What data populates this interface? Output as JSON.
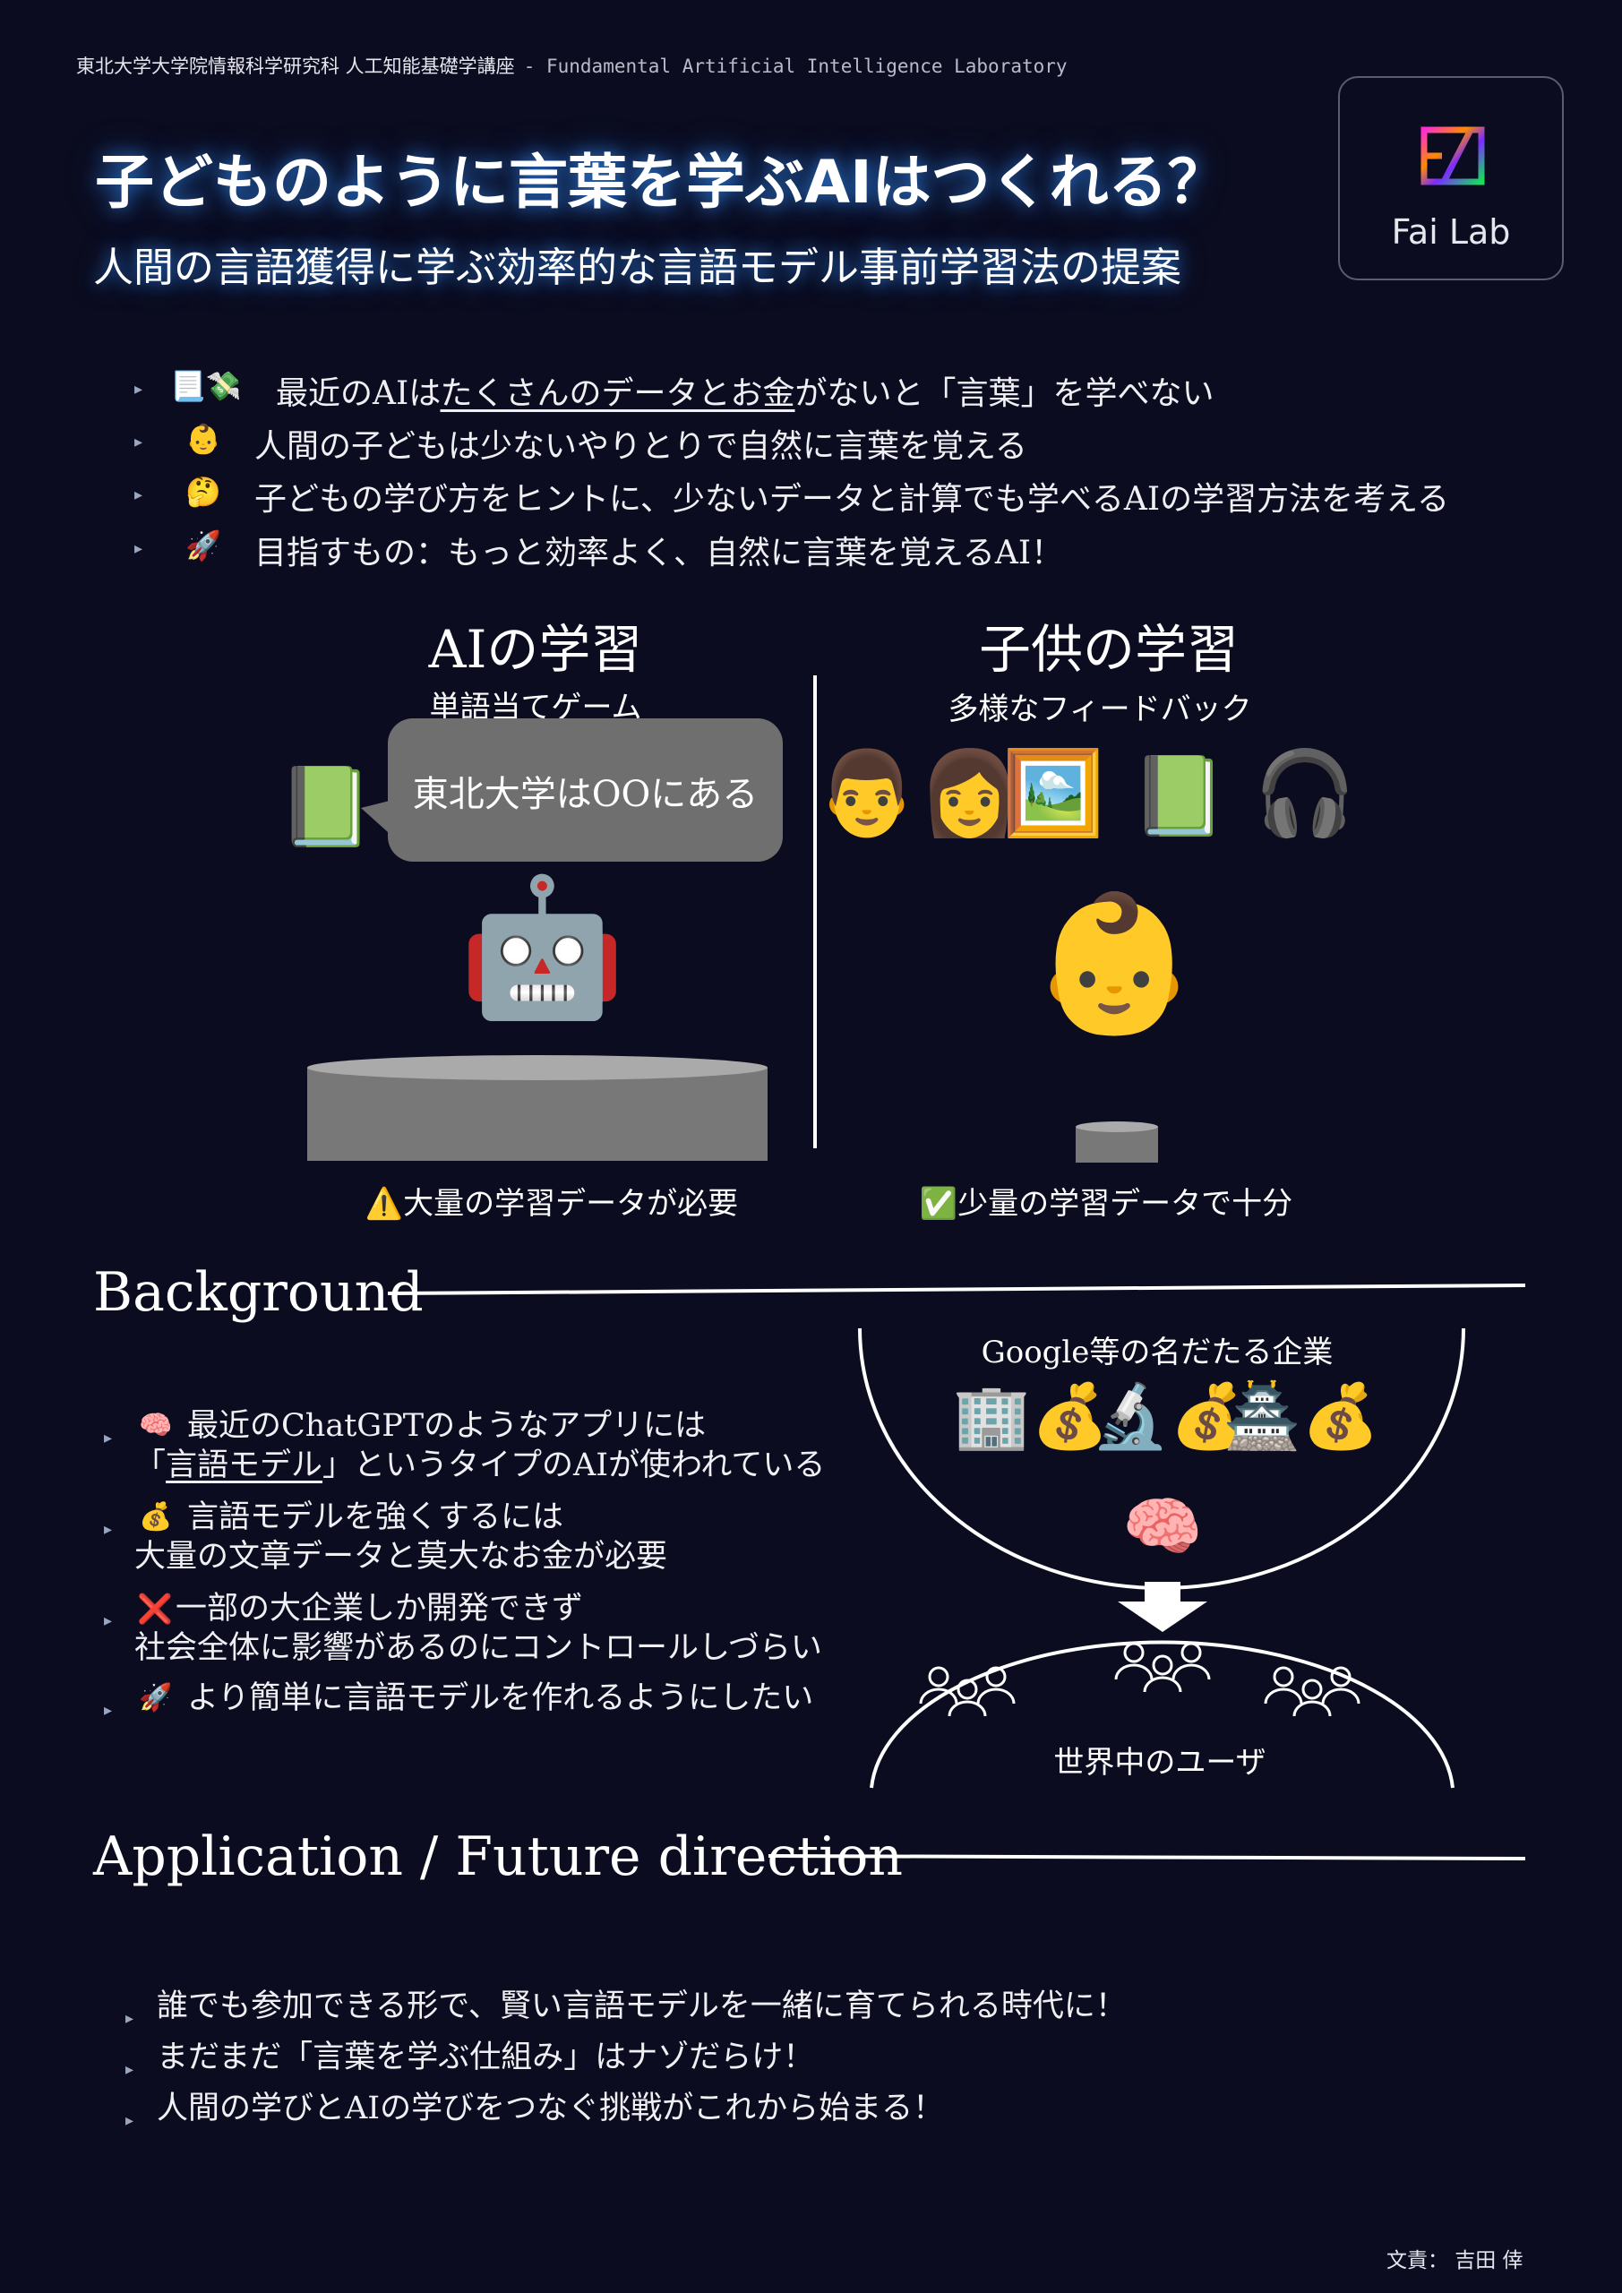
{
  "header": {
    "affiliation": "東北大学大学院情報科学研究科 人工知能基礎学講座",
    "lab_en": "- Fundamental Artificial Intelligence Laboratory"
  },
  "title": "子どものように言葉を学ぶAIはつくれる？",
  "subtitle": "人間の言語獲得に学ぶ効率的な言語モデル事前学習法の提案",
  "logo": {
    "text": "Fai Lab"
  },
  "intro": [
    {
      "emoji": "📃💸",
      "pre": "最近のAIは",
      "u": "たくさんのデータとお金",
      "post": "がないと「言葉」を学べない"
    },
    {
      "emoji": "👶",
      "text": "人間の子どもは少ないやりとりで自然に言葉を覚える"
    },
    {
      "emoji": "🤔",
      "text": "子どもの学び方をヒントに、少ないデータと計算でも学べるAIの学習方法を考える"
    },
    {
      "emoji": "🚀",
      "text": "目指すもの：もっと効率よく、自然に言葉を覚えるAI！"
    }
  ],
  "compare": {
    "ai": {
      "title": "AIの学習",
      "subtitle": "単語当てゲーム",
      "bubble": "東北大学はOOにある",
      "book": "📗",
      "robot": "🤖",
      "note_icon": "⚠️",
      "note": "大量の学習データが必要"
    },
    "child": {
      "title": "子供の学習",
      "subtitle": "多様なフィードバック",
      "emojis": [
        "👨‍👩",
        "🖼️",
        "📗",
        "🎧"
      ],
      "baby": "👶",
      "note_icon": "✅",
      "note": "少量の学習データで十分"
    }
  },
  "background": {
    "heading": "Background",
    "items": [
      {
        "emoji": "🧠",
        "l1": "最近のChatGPTのようなアプリには",
        "l2_pre": "「",
        "l2_u": "言語モデル",
        "l2_post": "」というタイプのAIが使われている"
      },
      {
        "emoji": "💰",
        "l1": "言語モデルを強くするには",
        "l2": "大量の文章データと莫大なお金が必要"
      },
      {
        "emoji": "❌",
        "l1": "一部の大企業しか開発できず",
        "l2": "社会全体に影響があるのにコントロールしづらい"
      },
      {
        "emoji": "🚀",
        "l1": "より簡単に言語モデルを作れるようにしたい"
      }
    ],
    "diagram": {
      "companies_label": "Google等の名だたる企業",
      "companies": [
        "🏢💰",
        "🔬💰",
        "🏯💰"
      ],
      "brain": "🧠",
      "users_label": "世界中のユーザ"
    }
  },
  "application": {
    "heading": "Application / Future direction",
    "items": [
      "誰でも参加できる形で、賢い言語モデルを一緒に育てられる時代に！",
      "まだまだ「言葉を学ぶ仕組み」はナゾだらけ！",
      "人間の学びとAIの学びをつなぐ挑戦がこれから始まる！"
    ]
  },
  "footer": {
    "credit": "文責： 吉田 倖"
  }
}
